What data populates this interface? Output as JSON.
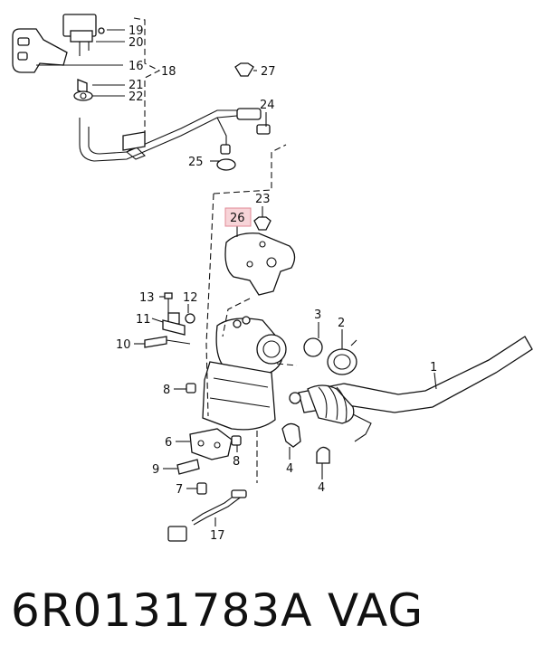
{
  "diagram": {
    "callouts": [
      {
        "id": "c19",
        "label": "19"
      },
      {
        "id": "c20",
        "label": "20"
      },
      {
        "id": "c16",
        "label": "16"
      },
      {
        "id": "c18",
        "label": "18"
      },
      {
        "id": "c27",
        "label": "27"
      },
      {
        "id": "c21",
        "label": "21"
      },
      {
        "id": "c22",
        "label": "22"
      },
      {
        "id": "c24",
        "label": "24"
      },
      {
        "id": "c25",
        "label": "25"
      },
      {
        "id": "c23",
        "label": "23"
      },
      {
        "id": "c26",
        "label": "26",
        "highlight": true
      },
      {
        "id": "c13",
        "label": "13"
      },
      {
        "id": "c12",
        "label": "12"
      },
      {
        "id": "c11",
        "label": "11"
      },
      {
        "id": "c3",
        "label": "3"
      },
      {
        "id": "c2",
        "label": "2"
      },
      {
        "id": "c10",
        "label": "10"
      },
      {
        "id": "c1",
        "label": "1"
      },
      {
        "id": "c8a",
        "label": "8"
      },
      {
        "id": "c6",
        "label": "6"
      },
      {
        "id": "c8b",
        "label": "8"
      },
      {
        "id": "c4a",
        "label": "4"
      },
      {
        "id": "c4b",
        "label": "4"
      },
      {
        "id": "c9",
        "label": "9"
      },
      {
        "id": "c7",
        "label": "7"
      },
      {
        "id": "c17",
        "label": "17"
      }
    ],
    "highlight_fill": "#f7d4d8",
    "highlight_stroke": "#e08a96"
  },
  "footer": {
    "part_number": "6R0131783A",
    "brand": "VAG"
  }
}
